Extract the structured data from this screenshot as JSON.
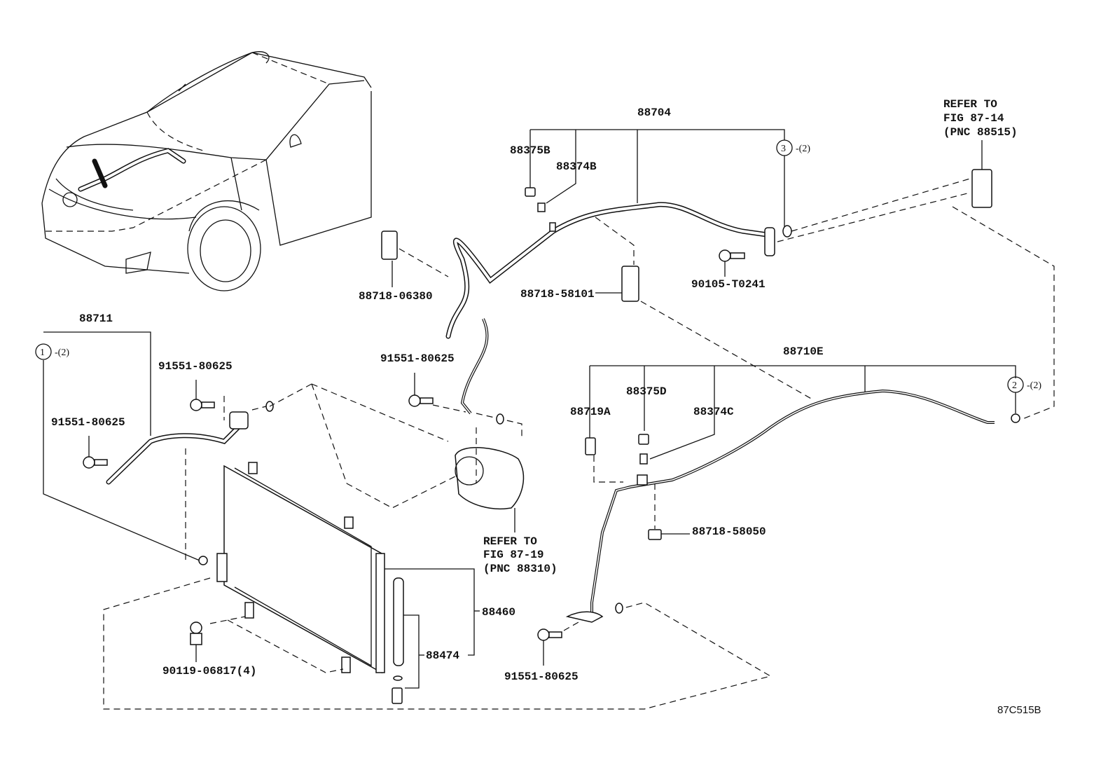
{
  "diagram": {
    "labels": {
      "p88704": "88704",
      "p88375B": "88375B",
      "p88374B": "88374B",
      "c3": "3",
      "c3_qty": "-(2)",
      "ref1_line1": "REFER TO",
      "ref1_line2": "FIG 87-14",
      "ref1_line3": "(PNC 88515)",
      "p88718_06380": "88718-06380",
      "p88718_58101": "88718-58101",
      "p90105_T0241": "90105-T0241",
      "p88711": "88711",
      "c1": "1",
      "c1_qty": "-(2)",
      "p91551_a": "91551-80625",
      "p91551_b": "91551-80625",
      "p91551_c": "91551-80625",
      "p91551_d": "91551-80625",
      "p88710E": "88710E",
      "p88719A": "88719A",
      "p88375D": "88375D",
      "p88374C": "88374C",
      "c2": "2",
      "c2_qty": "-(2)",
      "p88718_58050": "88718-58050",
      "ref2_line1": "REFER TO",
      "ref2_line2": "FIG 87-19",
      "ref2_line3": "(PNC 88310)",
      "p88460": "88460",
      "p88474": "88474",
      "p90119": "90119-06817(4)",
      "fig_code": "87C515B"
    }
  }
}
